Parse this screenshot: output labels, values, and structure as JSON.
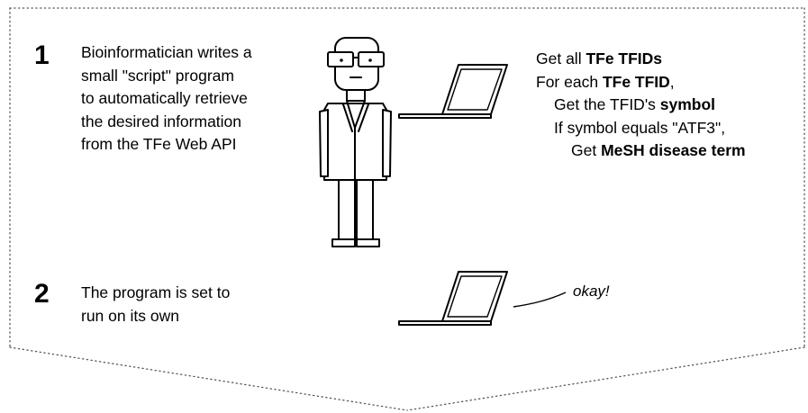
{
  "steps": [
    {
      "number": "1",
      "lines": [
        "Bioinformatician writes a",
        "small \"script\" program",
        "to automatically retrieve",
        "the desired information",
        "from the TFe Web API"
      ]
    },
    {
      "number": "2",
      "lines": [
        "The program is set to",
        "run on its own"
      ]
    }
  ],
  "script_code": [
    {
      "pre": "Get all ",
      "bold": "TFe TFIDs",
      "post": ""
    },
    {
      "pre": "For each ",
      "bold": "TFe TFID",
      "post": ","
    },
    {
      "pre": "Get the TFID's ",
      "bold": "symbol",
      "post": ""
    },
    {
      "pre": "If symbol equals \"ATF3\",",
      "bold": "",
      "post": ""
    },
    {
      "pre": "Get ",
      "bold": "MeSH disease term",
      "post": ""
    }
  ],
  "laptop_reply": "okay!"
}
